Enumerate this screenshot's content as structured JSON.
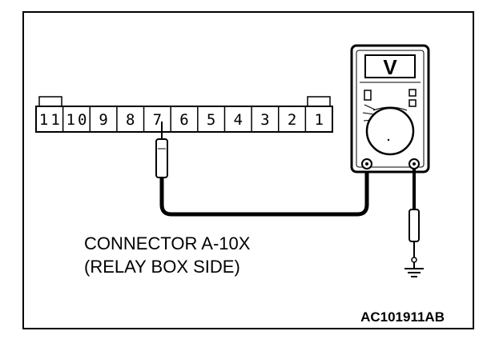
{
  "connector": {
    "name_line1": "CONNECTOR A-10X",
    "name_line2": "(RELAY BOX SIDE)",
    "pins": [
      "11",
      "10",
      "9",
      "8",
      "7",
      "6",
      "5",
      "4",
      "3",
      "2",
      "1"
    ],
    "probed_pin": "7"
  },
  "meter": {
    "mode_symbol": "V"
  },
  "figure_code": "AC101911AB",
  "icons": [
    "voltmeter-icon",
    "ground-symbol-icon",
    "test-probe-icon"
  ]
}
